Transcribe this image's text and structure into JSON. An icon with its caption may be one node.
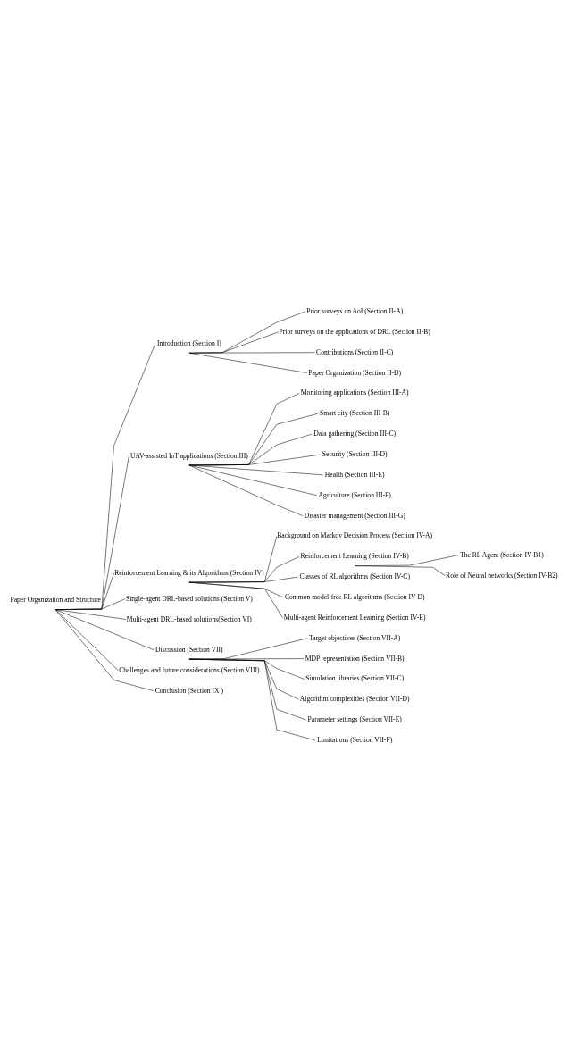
{
  "diagram": {
    "nodes": [
      {
        "text": [
          "Paper Organization and Structure"
        ]
      },
      {
        "text": [
          "Introduction (Section I)"
        ]
      },
      {
        "text": [
          "Prior surveys on AoI (Section II-A)"
        ]
      },
      {
        "text": [
          "Prior surveys on the applications of DRL (Section II-B)"
        ]
      },
      {
        "text": [
          "Contributions (Section II-C)"
        ]
      },
      {
        "text": [
          "Paper Organization (Section II-D)"
        ]
      },
      {
        "text": [
          "UAV-assisted IoT applications (Section III)"
        ]
      },
      {
        "text": [
          "Monitoring applications (Section III-A)"
        ]
      },
      {
        "text": [
          "Smart city (Section III-B)"
        ]
      },
      {
        "text": [
          "Data gathering (Section III-C)"
        ]
      },
      {
        "text": [
          "Security (Section III-D)"
        ]
      },
      {
        "text": [
          "Health (Section III-E)"
        ]
      },
      {
        "text": [
          "Agriculture (Section III-F)"
        ]
      },
      {
        "text": [
          "Disaster management (Section III-G)"
        ]
      },
      {
        "text": [
          "Reinforcement Learning & its Algorithms (Section IV)"
        ]
      },
      {
        "text": [
          "Background on Markov Decision Process (Section IV-A)"
        ]
      },
      {
        "text": [
          "Reinforcement Learning (Section IV-B)"
        ]
      },
      {
        "text": [
          "The RL Agent (Section IV-B1)"
        ]
      },
      {
        "text": [
          "Role of Neural networks (Section IV-B2)"
        ]
      },
      {
        "text": [
          "Classes of RL algorithms (Section IV-C)"
        ]
      },
      {
        "text": [
          "Common model-free RL algorithms (Section IV-D)"
        ]
      },
      {
        "text": [
          "Multi-agent Reinforcement Learning (Section IV-E)"
        ]
      },
      {
        "text": [
          "Single-agent DRL-based solutions (Section V)"
        ]
      },
      {
        "text": [
          "Multi-agent DRL-based solutions(Section VI)"
        ]
      },
      {
        "text": [
          "Discussion (Section VII)"
        ]
      },
      {
        "text": [
          "Target objectives (Section VII-A)"
        ]
      },
      {
        "text": [
          "MDP representation (Section VII-B)"
        ]
      },
      {
        "text": [
          "Simulation libraries (Section VII-C)"
        ]
      },
      {
        "text": [
          "Algorithm complexities (Section VII-D)"
        ]
      },
      {
        "text": [
          "Parameter settings (Section VII-E)"
        ]
      },
      {
        "text": [
          "Limitations (Section VII-F)"
        ]
      },
      {
        "text": [
          "Challenges and future considerations (Section VIII)"
        ]
      },
      {
        "text": [
          "Conclusion (Section IX )"
        ]
      }
    ],
    "edges": [
      {
        "from": 0,
        "to": 1,
        "arrow": "none"
      },
      {
        "from": 1,
        "to": 2,
        "arrow": "none"
      },
      {
        "from": 1,
        "to": 3,
        "arrow": "none"
      },
      {
        "from": 1,
        "to": 4,
        "arrow": "none"
      },
      {
        "from": 1,
        "to": 5,
        "arrow": "none"
      },
      {
        "from": 0,
        "to": 6,
        "arrow": "none"
      },
      {
        "from": 6,
        "to": 7,
        "arrow": "none"
      },
      {
        "from": 6,
        "to": 8,
        "arrow": "none"
      },
      {
        "from": 6,
        "to": 9,
        "arrow": "none"
      },
      {
        "from": 6,
        "to": 10,
        "arrow": "none"
      },
      {
        "from": 6,
        "to": 11,
        "arrow": "none"
      },
      {
        "from": 6,
        "to": 12,
        "arrow": "none"
      },
      {
        "from": 6,
        "to": 13,
        "arrow": "none"
      },
      {
        "from": 0,
        "to": 14,
        "arrow": "none"
      },
      {
        "from": 14,
        "to": 15,
        "arrow": "none"
      },
      {
        "from": 14,
        "to": 16,
        "arrow": "none"
      },
      {
        "from": 16,
        "to": 17,
        "arrow": "none"
      },
      {
        "from": 16,
        "to": 18,
        "arrow": "none"
      },
      {
        "from": 14,
        "to": 19,
        "arrow": "none"
      },
      {
        "from": 14,
        "to": 20,
        "arrow": "none"
      },
      {
        "from": 14,
        "to": 21,
        "arrow": "none"
      },
      {
        "from": 0,
        "to": 22,
        "arrow": "none"
      },
      {
        "from": 0,
        "to": 23,
        "arrow": "none"
      },
      {
        "from": 0,
        "to": 24,
        "arrow": "none"
      },
      {
        "from": 24,
        "to": 25,
        "arrow": "none"
      },
      {
        "from": 24,
        "to": 26,
        "arrow": "none"
      },
      {
        "from": 24,
        "to": 27,
        "arrow": "none"
      },
      {
        "from": 24,
        "to": 28,
        "arrow": "none"
      },
      {
        "from": 24,
        "to": 29,
        "arrow": "none"
      },
      {
        "from": 24,
        "to": 30,
        "arrow": "none"
      },
      {
        "from": 0,
        "to": 31,
        "arrow": "none"
      },
      {
        "from": 0,
        "to": 32,
        "arrow": "none"
      }
    ]
  }
}
